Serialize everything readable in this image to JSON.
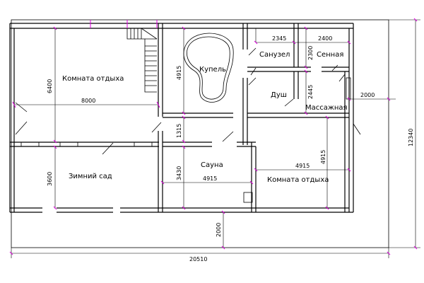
{
  "plan": {
    "rooms": {
      "rest_room_top": "Комната отдыха",
      "font": "Купель",
      "bathroom": "Санузел",
      "hayloft": "Сенная",
      "shower": "Душ",
      "massage": "Массажная",
      "winter_garden": "Зимний сад",
      "sauna": "Сауна",
      "rest_room_bottom": "Комната отдыха"
    },
    "dimensions": {
      "d6400": "6400",
      "d8000": "8000",
      "d4915_font": "4915",
      "d1315": "1315",
      "d3600": "3600",
      "d3430": "3430",
      "d4915_sauna": "4915",
      "d2345": "2345",
      "d2400": "2400",
      "d2300": "2300",
      "d2445": "2445",
      "d2000_right": "2000",
      "d4915_right_v": "4915",
      "d4915_rest": "4915",
      "d2000_bottom": "2000",
      "d20510": "20510",
      "d12340": "12340"
    },
    "colors": {
      "accent": "#e000e0",
      "line": "#000000",
      "background": "#ffffff"
    }
  }
}
